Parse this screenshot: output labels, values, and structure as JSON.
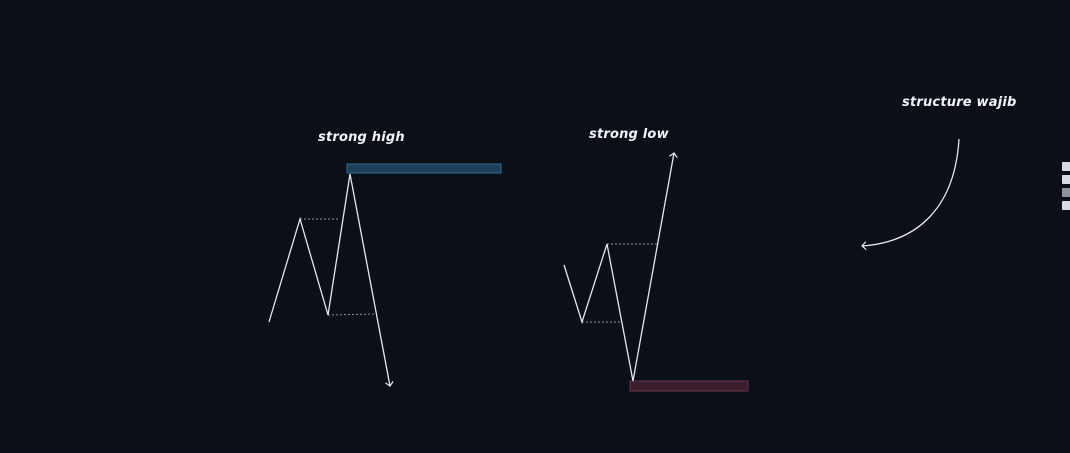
{
  "diagram": {
    "labels": {
      "strong_high": "strong high",
      "strong_low": "strong low",
      "structure_wajib": "structure wajib"
    },
    "colors": {
      "background": "#0b0f18",
      "line": "#e6e8ec",
      "dashed": "#8a8f98",
      "supply_zone": "#1d3e58",
      "supply_zone_border": "#2e6a96",
      "demand_zone": "#3a1e2c",
      "demand_zone_border": "#6a3150"
    }
  }
}
